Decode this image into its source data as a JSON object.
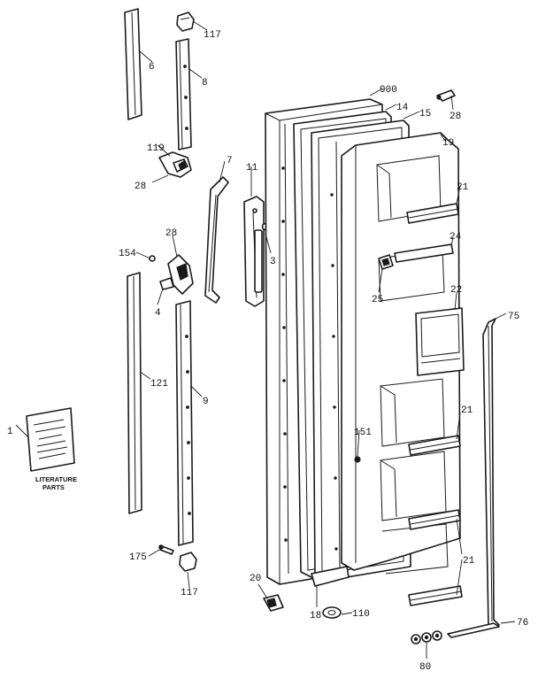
{
  "callouts": {
    "p117_top": "117",
    "p6": "6",
    "p8": "8",
    "p900": "900",
    "p14": "14",
    "p15": "15",
    "p28_right": "28",
    "p19": "19",
    "p119": "119",
    "p28_hinge": "28",
    "p7": "7",
    "p11": "11",
    "p21_a": "21",
    "p24": "24",
    "p28_mid": "28",
    "p154": "154",
    "p3": "3",
    "p25": "25",
    "p22": "22",
    "p4": "4",
    "p75": "75",
    "p121": "121",
    "p9": "9",
    "p1": "1",
    "p151": "151",
    "p21_b": "21",
    "p21_c": "21",
    "p175": "175",
    "p117_bottom": "117",
    "p20": "20",
    "p18": "18",
    "p110": "110",
    "p76": "76",
    "p80": "80"
  },
  "booklet": {
    "line1": "LITERATURE",
    "line2": "PARTS"
  },
  "colors": {
    "ink": "#1a1a1a",
    "paper": "#ffffff"
  }
}
